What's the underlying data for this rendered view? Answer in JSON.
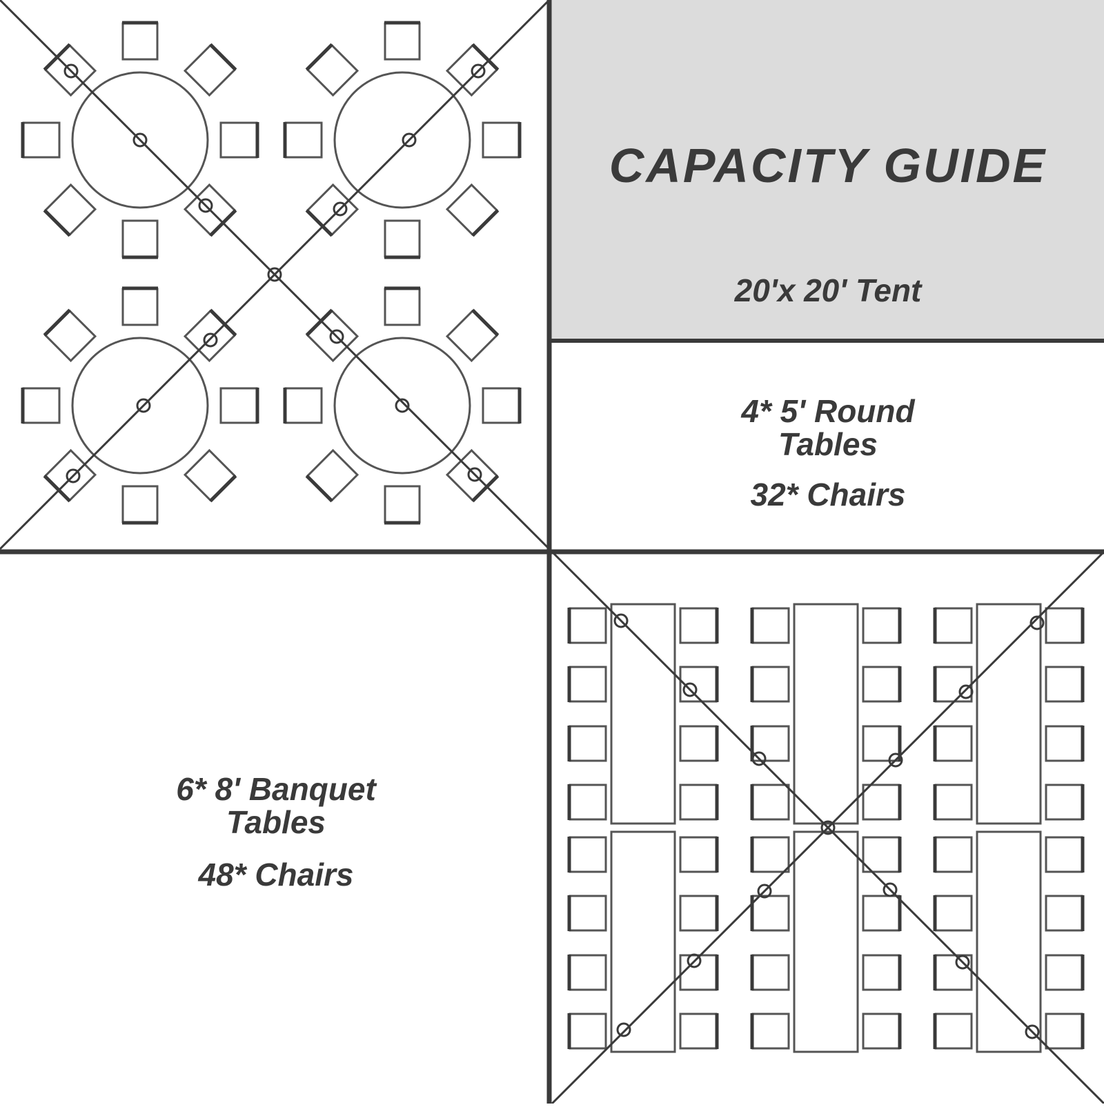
{
  "title": "CAPACITY GUIDE",
  "tent_size": "20'x 20' Tent",
  "round_layout": {
    "tables_line1": "4* 5' Round",
    "tables_line2": "Tables",
    "chairs": "32* Chairs",
    "table_count": 4,
    "chairs_per_table": 8
  },
  "banquet_layout": {
    "tables_line1": "6* 8' Banquet",
    "tables_line2": "Tables",
    "chairs": "48* Chairs",
    "table_count": 6,
    "chairs_per_table": 8
  },
  "colors": {
    "line": "#3a3a3a",
    "title_panel": "#dcdcdc",
    "text": "#3a3a3a",
    "background": "#ffffff"
  }
}
